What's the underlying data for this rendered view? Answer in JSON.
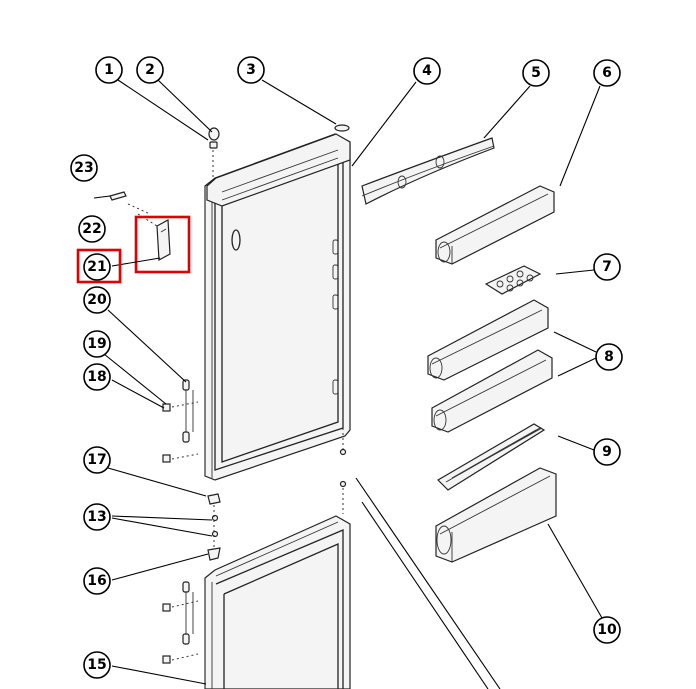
{
  "diagram": {
    "callouts": [
      {
        "id": "c1",
        "label": "1"
      },
      {
        "id": "c2",
        "label": "2"
      },
      {
        "id": "c3",
        "label": "3"
      },
      {
        "id": "c4",
        "label": "4"
      },
      {
        "id": "c5",
        "label": "5"
      },
      {
        "id": "c6",
        "label": "6"
      },
      {
        "id": "c7",
        "label": "7"
      },
      {
        "id": "c8",
        "label": "8"
      },
      {
        "id": "c9",
        "label": "9"
      },
      {
        "id": "c10",
        "label": "10"
      },
      {
        "id": "c13",
        "label": "13"
      },
      {
        "id": "c15",
        "label": "15"
      },
      {
        "id": "c16",
        "label": "16"
      },
      {
        "id": "c17",
        "label": "17"
      },
      {
        "id": "c18",
        "label": "18"
      },
      {
        "id": "c19",
        "label": "19"
      },
      {
        "id": "c20",
        "label": "20"
      },
      {
        "id": "c21",
        "label": "21"
      },
      {
        "id": "c22",
        "label": "22"
      },
      {
        "id": "c23",
        "label": "23"
      }
    ],
    "highlight_color": "#e00000",
    "line_color": "#000000"
  }
}
